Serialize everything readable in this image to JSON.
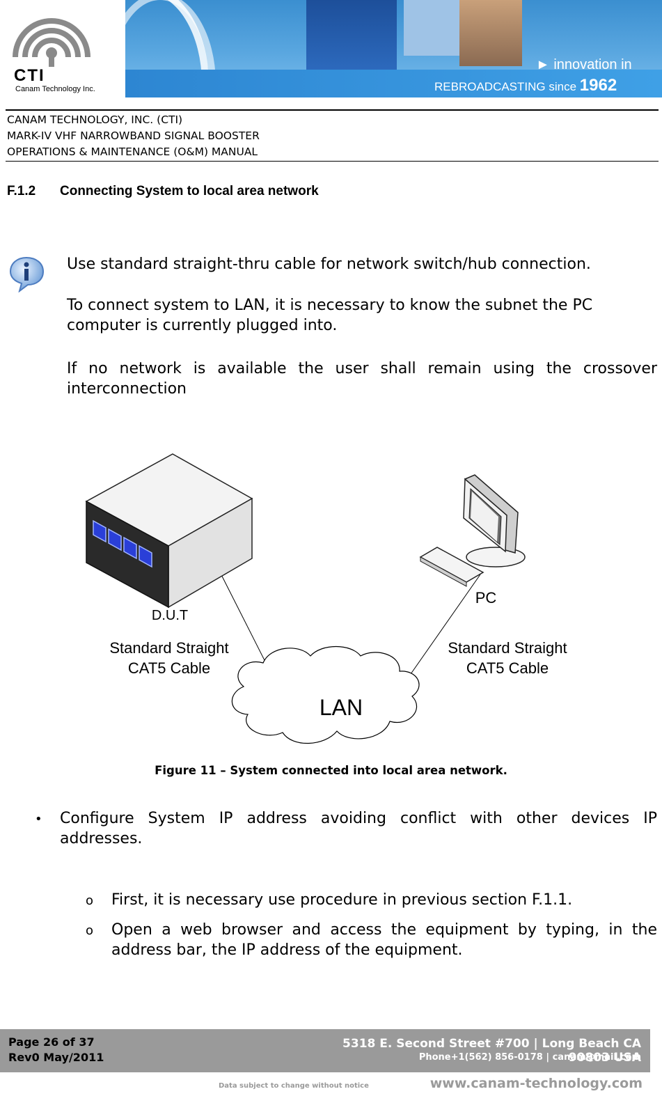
{
  "banner": {
    "logo_text": "CTI",
    "logo_subtext": "Canam Technology Inc.",
    "tagline_1": "► innovation in",
    "tagline_2_prefix": "REBROADCASTING since",
    "tagline_2_year": "1962",
    "colors": {
      "banner_blue": "#3b8fd0",
      "logo_gray": "#8a8a8a"
    }
  },
  "header": {
    "line1": "CANAM TECHNOLOGY, INC. (CTI)",
    "line2": "MARK-IV VHF NARROWBAND SIGNAL BOOSTER",
    "line3": "OPERATIONS & MAINTENANCE (O&M) MANUAL"
  },
  "section": {
    "number": "F.1.2",
    "title": "Connecting System to local area network"
  },
  "note": {
    "icon": "info-icon",
    "p1": "Use standard straight-thru cable for network switch/hub connection.",
    "p2": "To connect system to LAN, it is necessary to know the subnet the PC computer is currently plugged into.",
    "p3": "If no network is available the user shall remain using the crossover interconnection"
  },
  "diagram": {
    "dut_label": "D.U.T",
    "pc_label": "PC",
    "cable_left_1": "Standard Straight",
    "cable_left_2": "CAT5 Cable",
    "cable_right_1": "Standard Straight",
    "cable_right_2": "CAT5 Cable",
    "cloud_label": "LAN",
    "port_color": "#2a3fd8"
  },
  "figure_caption": "Figure 11 – System connected into local area network.",
  "bullets": {
    "b1": "Configure System IP address avoiding conflict with other devices IP addresses.",
    "s1": "First, it is necessary use procedure in previous section F.1.1.",
    "s2": "Open a web browser and access the equipment by typing, in the address bar, the IP address of the equipment."
  },
  "footer": {
    "page": "Page 26 of 37",
    "rev": "Rev0 May/2011",
    "address": "5318 E. Second Street #700 | Long Beach CA 90803 USA",
    "phone": "Phone+1(562) 856-0178 | canam@mail.com",
    "notice": "Data subject to change without notice",
    "website": "www.canam-technology.com",
    "bar_color": "#9a9a9a"
  }
}
